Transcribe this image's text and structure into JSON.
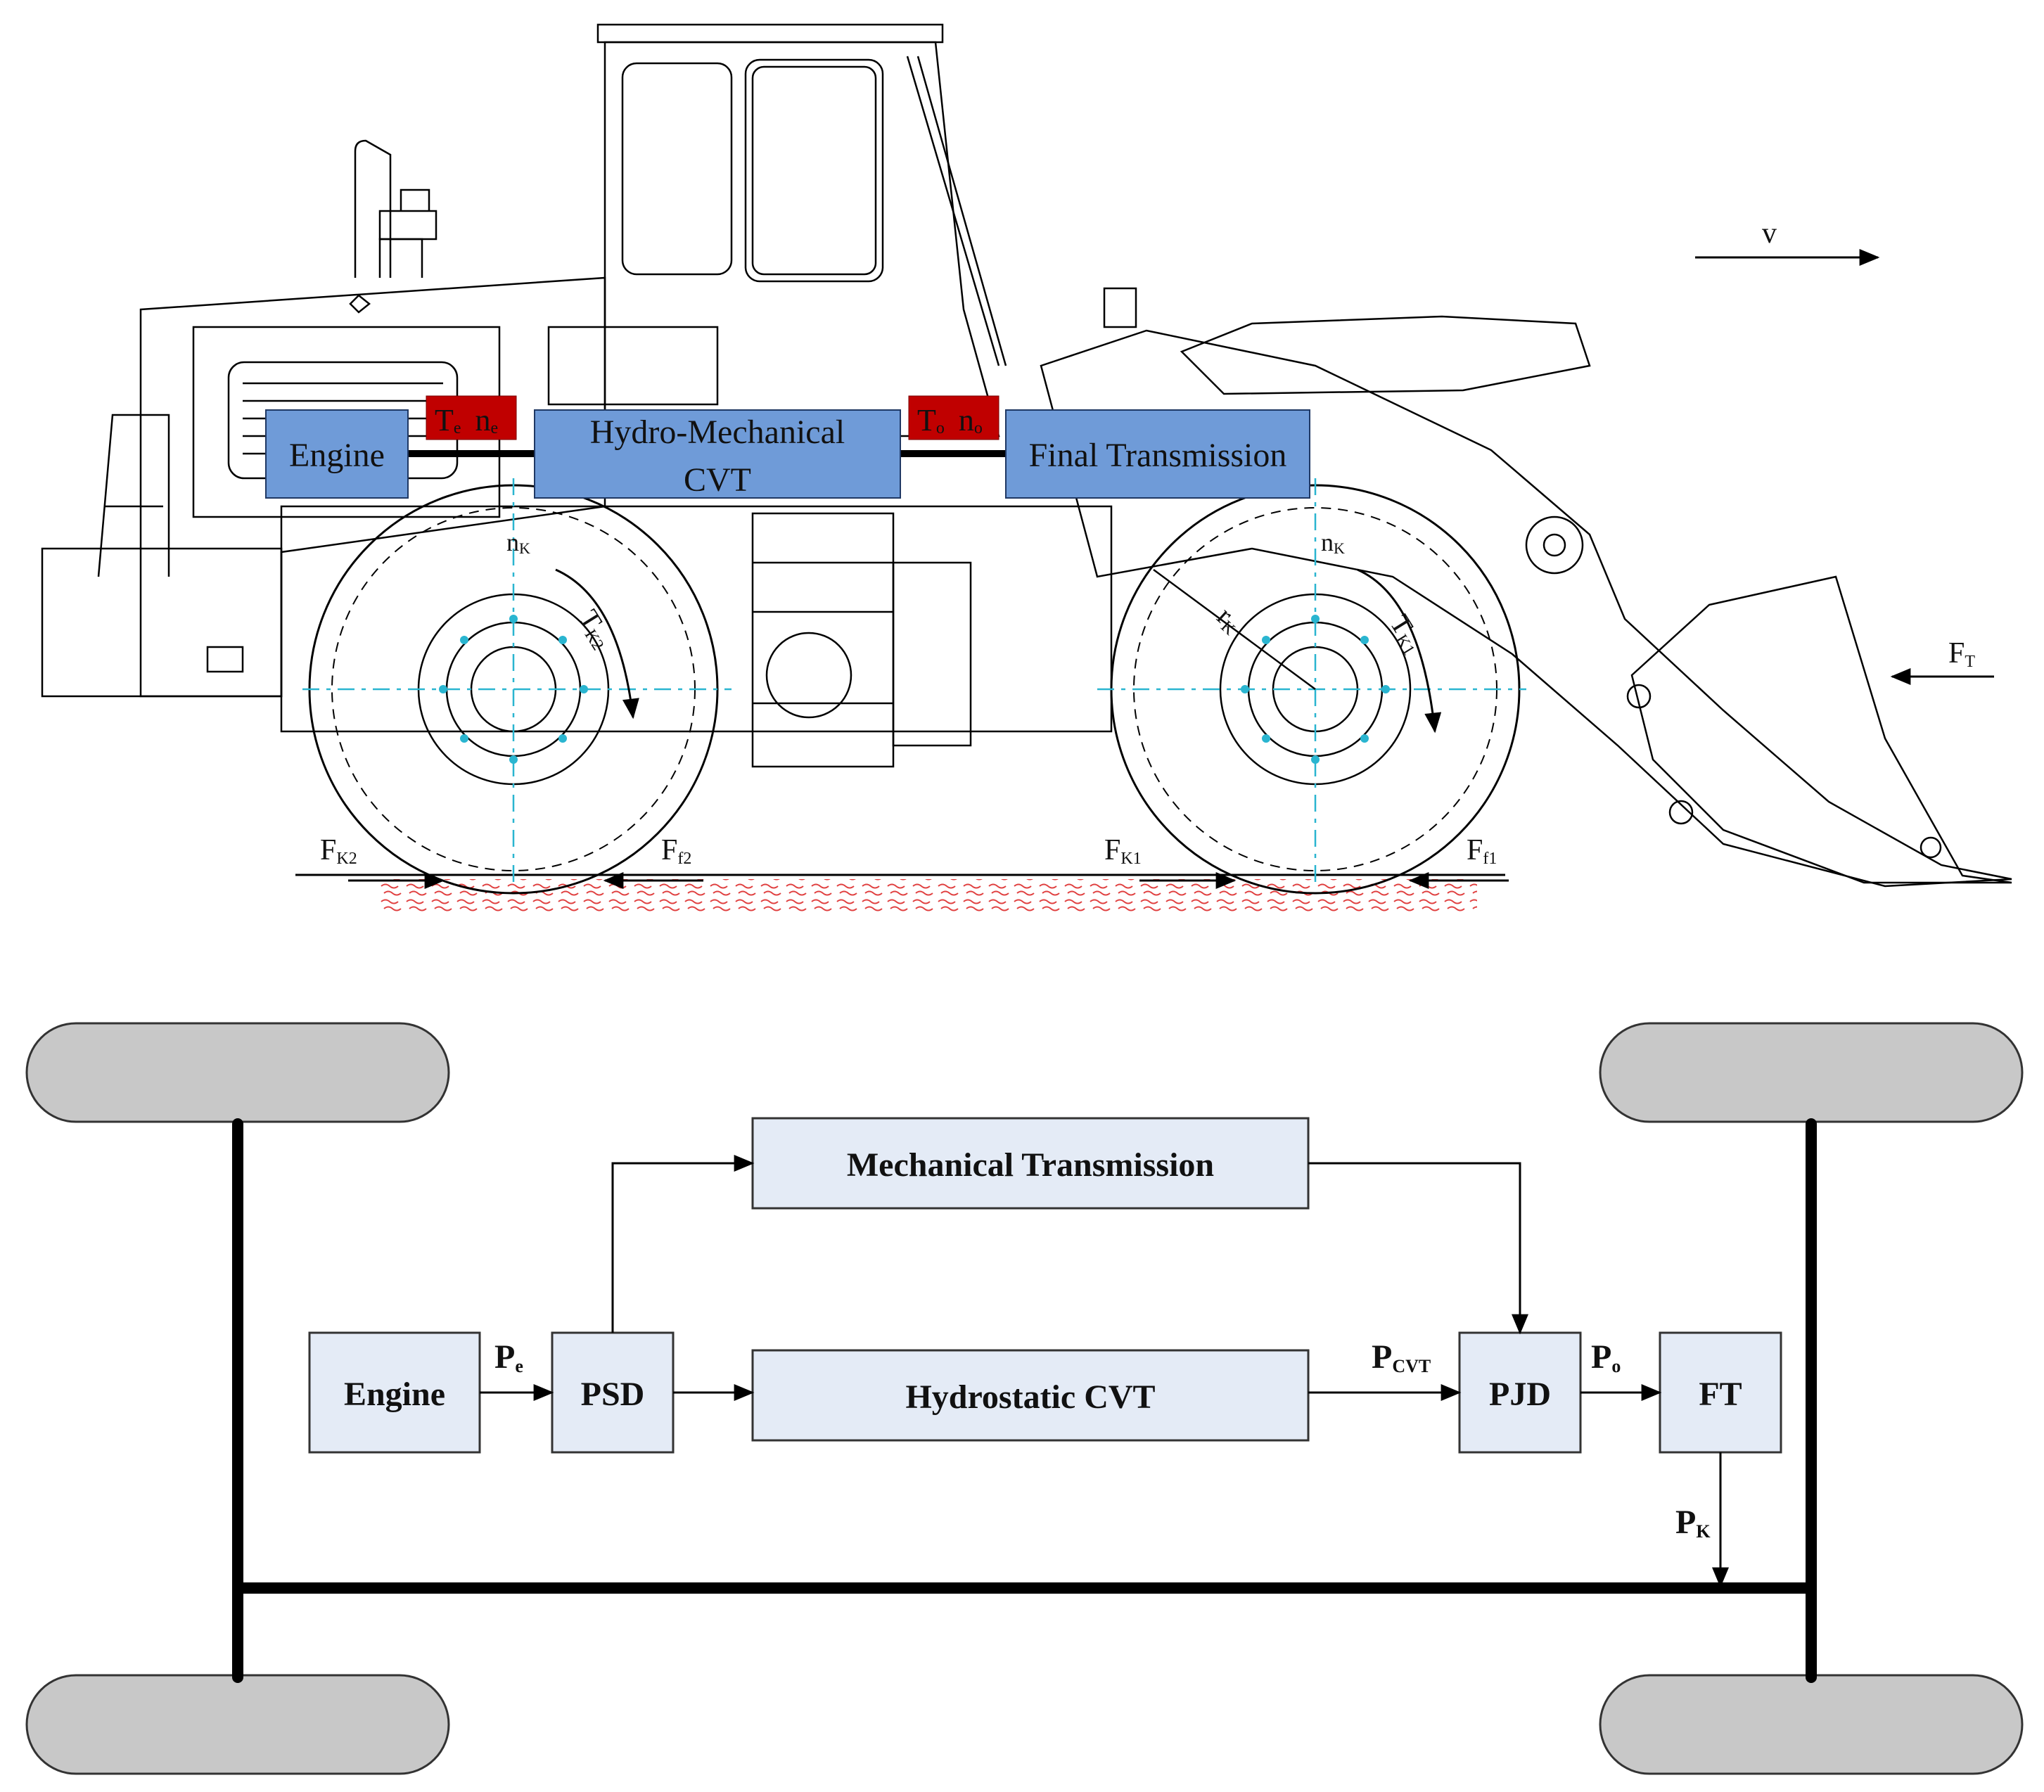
{
  "top_diagram": {
    "blocks": {
      "engine": "Engine",
      "cvt_line1": "Hydro-Mechanical",
      "cvt_line2": "CVT",
      "final_transmission": "Final Transmission"
    },
    "red_tags": {
      "left": {
        "T": "T",
        "T_sub": "e",
        "n": "n",
        "n_sub": "e"
      },
      "right": {
        "T": "T",
        "T_sub": "o",
        "n": "n",
        "n_sub": "o"
      }
    },
    "velocity": "v",
    "tractive_force": {
      "main": "F",
      "sub": "T"
    },
    "rear_wheel": {
      "speed": {
        "main": "n",
        "sub": "K"
      },
      "torque": {
        "main": "T",
        "sub": "K2"
      }
    },
    "front_wheel": {
      "speed": {
        "main": "n",
        "sub": "K"
      },
      "torque": {
        "main": "T",
        "sub": "K1"
      },
      "radius": {
        "main": "r",
        "sub": "K"
      }
    },
    "ground_forces": {
      "fk2": {
        "main": "F",
        "sub": "K2"
      },
      "ff2": {
        "main": "F",
        "sub": "f2"
      },
      "fk1": {
        "main": "F",
        "sub": "K1"
      },
      "ff1": {
        "main": "F",
        "sub": "f1"
      }
    }
  },
  "bottom_diagram": {
    "blocks": {
      "engine": "Engine",
      "psd": "PSD",
      "mechanical": "Mechanical Transmission",
      "hydrostatic": "Hydrostatic CVT",
      "pjd": "PJD",
      "ft": "FT"
    },
    "power_labels": {
      "pe": {
        "main": "P",
        "sub": "e"
      },
      "pcvt": {
        "main": "P",
        "sub": "CVT"
      },
      "po": {
        "main": "P",
        "sub": "o"
      },
      "pk": {
        "main": "P",
        "sub": "K"
      }
    }
  },
  "colors": {
    "top_block_fill": "#6f9bd8",
    "red_tag_fill": "#c00000",
    "bottom_block_fill": "#e4ebf6",
    "wheel_fill": "#c8c8c8",
    "ground_hatch": "#e04040",
    "centerline": "#2ab5d0"
  }
}
